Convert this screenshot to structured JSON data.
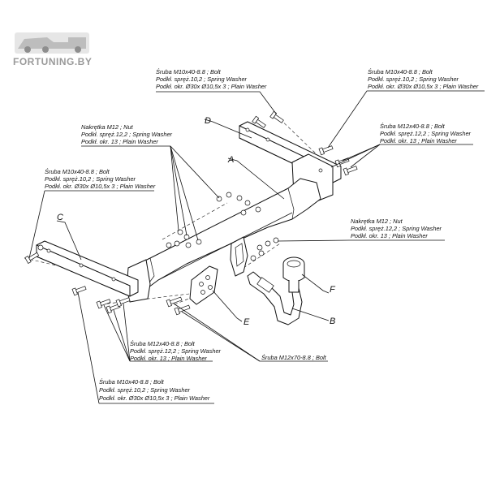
{
  "watermark": {
    "text": "FORTUNING.BY"
  },
  "labels": {
    "bolt_d_top": [
      "Śruba M10x40-8.8 ;  Bolt",
      "Podkł. spręż.10,2 ; Spring Washer",
      "Podkł. okr. Ø30x Ø10,5x 3 ; Plain Washer"
    ],
    "bolt_d_right": [
      "Śruba M10x40-8.8 ;  Bolt",
      "Podkł. spręż.10,2 ; Spring Washer",
      "Podkł. okr. Ø30x Ø10,5x 3 ; Plain Washer"
    ],
    "bolt_m12_right": [
      "Śruba M12x40-8.8 ;  Bolt",
      "Podkł. spręż.12,2 ; Spring Washer",
      "Podkł. okr. 13 ; Plain Washer"
    ],
    "nut_left": [
      "Nakrętka  M12 ; Nut",
      "Podkł. spręż.12,2 ; Spring Washer",
      "Podkł. okr. 13 ; Plain Washer"
    ],
    "bolt_c_left": [
      "Śruba M10x40-8.8 ;  Bolt",
      "Podkł. spręż.10,2 ; Spring Washer",
      "Podkł. okr. Ø30x Ø10,5x 3 ; Plain Washer"
    ],
    "nut_right": [
      "Nakrętka  M12 ; Nut",
      "Podkł. spręż.12,2 ; Spring Washer",
      "Podkł. okr. 13 ; Plain Washer"
    ],
    "bolt_m12_bottom": [
      "Śruba M12x40-8.8 ;  Bolt",
      "Podkł. spręż.12,2 ; Spring Washer",
      "Podkł. okr. 13 ; Plain Washer"
    ],
    "bolt_m12x70": "Śruba M12x70-8.8 ;  Bolt",
    "bolt_c_bottom": [
      "Śruba M10x40-8.8 ;  Bolt",
      "Podkł. spręż.10,2 ; Spring Washer",
      "Podkł. okr. Ø30x Ø10,5x 3 ; Plain Washer"
    ]
  },
  "parts": {
    "A": "A",
    "B": "B",
    "C": "C",
    "D": "D",
    "E": "E",
    "F": "F"
  }
}
